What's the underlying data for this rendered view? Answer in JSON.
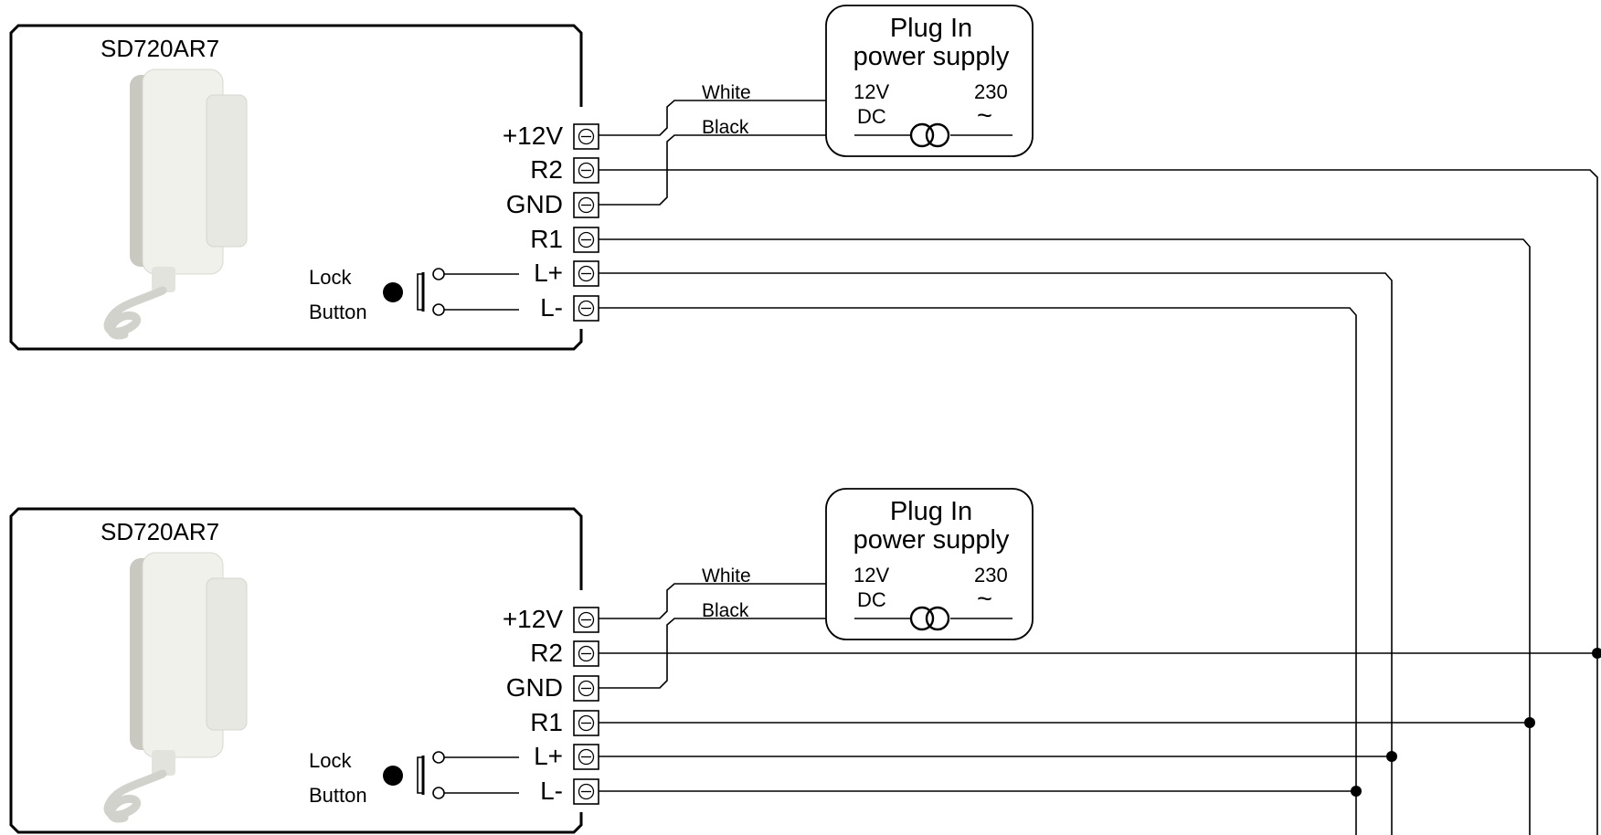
{
  "units": [
    {
      "model": "SD720AR7",
      "terminals": [
        "+12V",
        "R2",
        "GND",
        "R1",
        "L+",
        "L-"
      ],
      "lock_button": [
        "Lock",
        "Button"
      ],
      "psu": {
        "title_line1": "Plug In",
        "title_line2": "power supply",
        "dc_voltage": "12V",
        "dc_label": "DC",
        "ac_voltage": "230",
        "ac_symbol": "~"
      },
      "wire_labels": [
        "White",
        "Black"
      ]
    },
    {
      "model": "SD720AR7",
      "terminals": [
        "+12V",
        "R2",
        "GND",
        "R1",
        "L+",
        "L-"
      ],
      "lock_button": [
        "Lock",
        "Button"
      ],
      "psu": {
        "title_line1": "Plug In",
        "title_line2": "power supply",
        "dc_voltage": "12V",
        "dc_label": "DC",
        "ac_voltage": "230",
        "ac_symbol": "~"
      },
      "wire_labels": [
        "White",
        "Black"
      ]
    }
  ],
  "colors": {
    "line": "#000000",
    "handset_body": "#f1f1ec",
    "handset_shadow": "#c9c9c2"
  }
}
